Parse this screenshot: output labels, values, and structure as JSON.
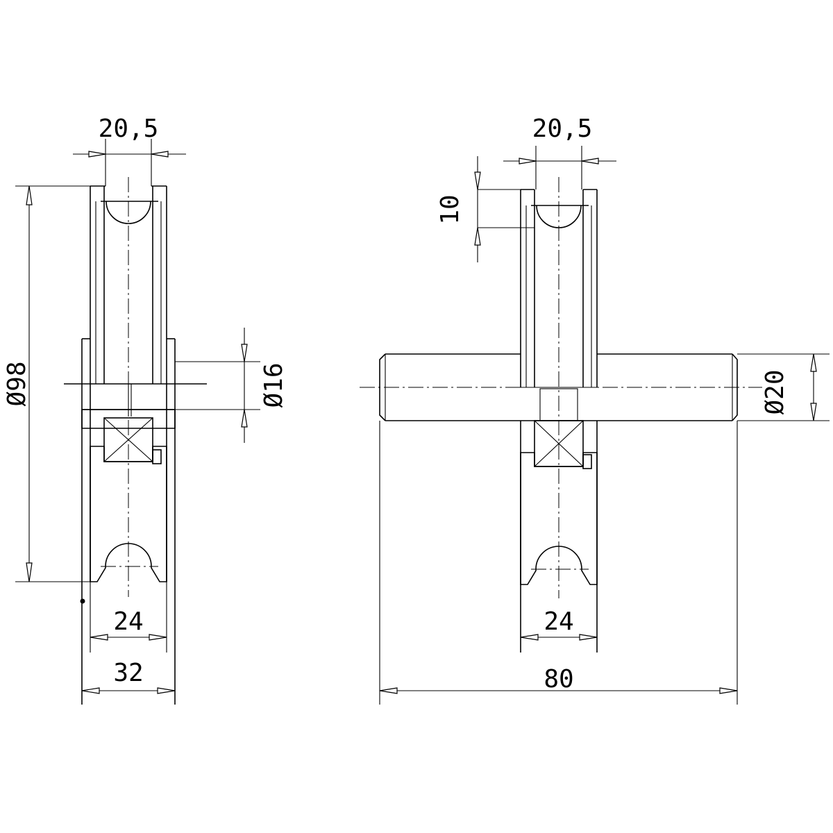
{
  "left_view": {
    "groove_width": "20,5",
    "outer_diameter": "Ø98",
    "bore_diameter": "Ø16",
    "wheel_width": "24",
    "hub_width": "32"
  },
  "right_view": {
    "groove_width": "20,5",
    "groove_depth": "10",
    "axle_diameter": "Ø20",
    "wheel_width": "24",
    "axle_length": "80"
  },
  "colors": {
    "line": "#000000",
    "background": "#ffffff"
  }
}
